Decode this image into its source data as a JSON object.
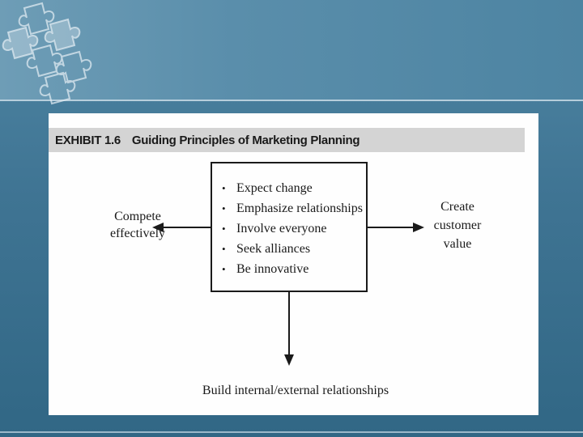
{
  "exhibit": {
    "number": "EXHIBIT 1.6",
    "title": "Guiding Principles of Marketing Planning"
  },
  "principles": [
    "Expect change",
    "Emphasize relationships",
    "Involve everyone",
    "Seek alliances",
    "Be innovative"
  ],
  "outcomes": {
    "left": [
      "Compete",
      "effectively"
    ],
    "right": [
      "Create",
      "customer",
      "value"
    ],
    "bottom": "Build internal/external relationships"
  },
  "colors": {
    "slide_background": "#3f7493",
    "panel": "#fefefe",
    "title_bar": "#d4d4d4",
    "ink": "#1a1a1a"
  }
}
